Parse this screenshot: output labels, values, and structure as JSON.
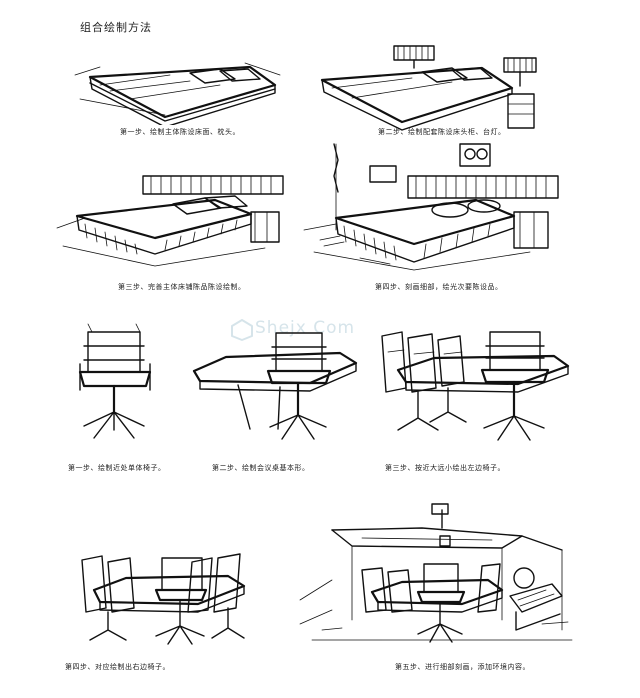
{
  "title": "组合绘制方法",
  "watermark": "Shejx Com",
  "captions": {
    "bed_step1": "第一步、绘制主体陈设床面、枕头。",
    "bed_step2": "第二步、绘制配套陈设床头柜、台灯。",
    "bed_step3": "第三步、完善主体床铺陈品陈设绘制。",
    "bed_step4": "第四步、刻画细部，绘光次要陈设品。",
    "chair_step1": "第一步、绘制近处单体椅子。",
    "chair_step2": "第二步、绘制会议桌基本形。",
    "chair_step3": "第三步、按近大远小绘出左边椅子。",
    "chair_step4": "第四步、对应绘制出右边椅子。",
    "chair_step5": "第五步、进行细部刻画，添加环境内容。"
  },
  "colors": {
    "ink": "#111111",
    "paper": "#ffffff",
    "watermark": "#d6e4ea"
  }
}
